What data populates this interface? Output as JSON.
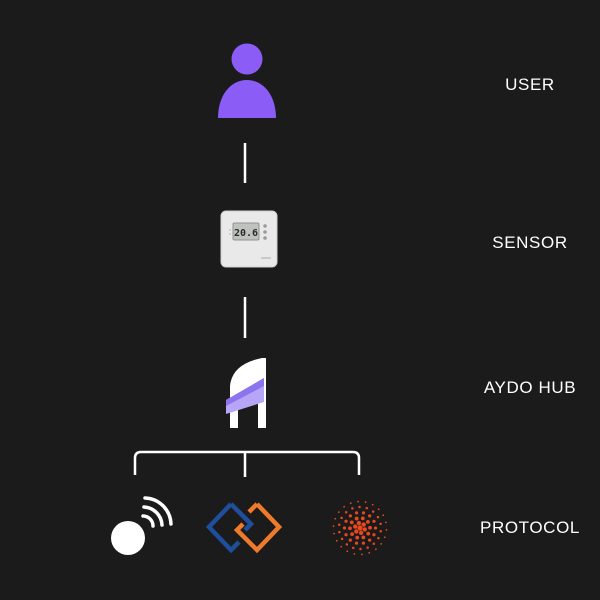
{
  "layers": {
    "user": "USER",
    "sensor": "SENSOR",
    "hub": "AYDO HUB",
    "protocol": "PROTOCOL"
  },
  "thermostat": {
    "display": "20.6"
  },
  "colors": {
    "background": "#1b1b1b",
    "user_purple": "#8b5cf6",
    "hub_purple": "#a78bfa",
    "protocol_blue": "#1f4e9c",
    "protocol_orange": "#f07a2c",
    "burst_red": "#e8471f"
  },
  "icons": [
    "user-icon",
    "thermostat-icon",
    "aydo-hub-logo",
    "wireless-signal-icon",
    "linked-diamonds-icon",
    "radial-burst-icon"
  ]
}
